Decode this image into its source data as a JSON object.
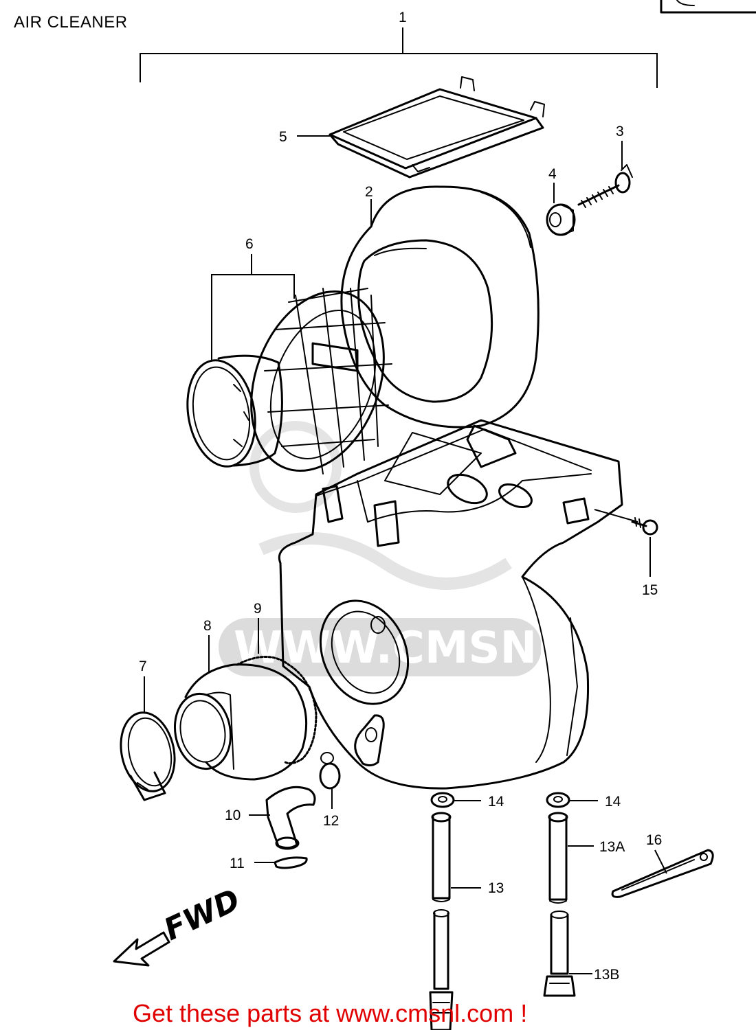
{
  "title": "AIR CLEANER",
  "watermark_text": "WWW.CMSNL.COM",
  "direction_label": "FWD",
  "footer_link": "Get these parts at www.cmsnl.com !",
  "colors": {
    "line": "#000000",
    "footer": "#e00000",
    "watermark": "#dcdcdc"
  },
  "callouts": {
    "c1": "1",
    "c2": "2",
    "c3": "3",
    "c4": "4",
    "c5": "5",
    "c6": "6",
    "c7": "7",
    "c8": "8",
    "c9": "9",
    "c10": "10",
    "c11": "11",
    "c12": "12",
    "c13": "13",
    "c13a": "13A",
    "c13b": "13B",
    "c14a": "14",
    "c14b": "14",
    "c15": "15",
    "c16": "16"
  }
}
